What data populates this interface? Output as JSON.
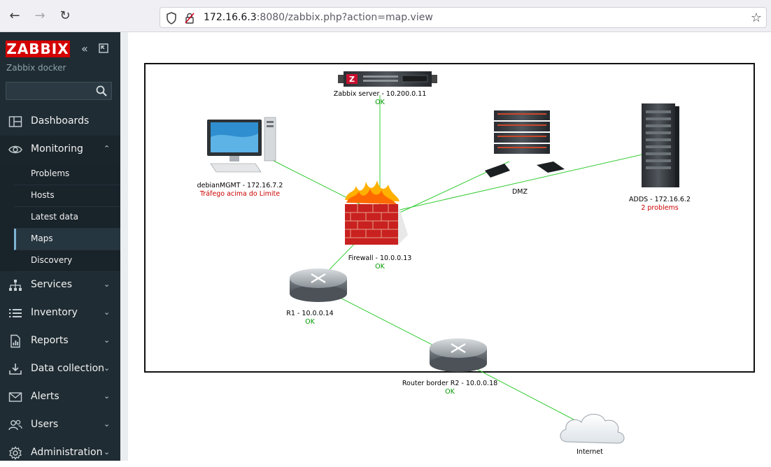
{
  "browser": {
    "url_host": "172.16.6.3",
    "url_rest": ":8080/zabbix.php?action=map.view"
  },
  "sidebar": {
    "logo": "ZABBIX",
    "server_name": "Zabbix docker",
    "search_placeholder": "",
    "menu": [
      {
        "label": "Dashboards"
      },
      {
        "label": "Monitoring"
      },
      {
        "label": "Services"
      },
      {
        "label": "Inventory"
      },
      {
        "label": "Reports"
      },
      {
        "label": "Data collection"
      },
      {
        "label": "Alerts"
      },
      {
        "label": "Users"
      },
      {
        "label": "Administration"
      }
    ],
    "submenu": [
      {
        "label": "Problems"
      },
      {
        "label": "Hosts"
      },
      {
        "label": "Latest data"
      },
      {
        "label": "Maps"
      },
      {
        "label": "Discovery"
      }
    ]
  },
  "map": {
    "nodes": {
      "zabbix_server": {
        "label": "Zabbix server - 10.200.0.11",
        "status": "OK"
      },
      "debian": {
        "label": "debianMGMT - 172.16.7.2",
        "status": "Tráfego acima do Limite"
      },
      "dmz": {
        "label": "DMZ",
        "status": ""
      },
      "adds": {
        "label": "ADDS - 172.16.6.2",
        "status": "2 problems"
      },
      "firewall": {
        "label": "Firewall - 10.0.0.13",
        "status": "OK"
      },
      "r1": {
        "label": "R1 - 10.0.0.14",
        "status": "OK"
      },
      "r2": {
        "label": "Router border R2 - 10.0.0.18",
        "status": "OK"
      },
      "internet": {
        "label": "Internet",
        "status": ""
      }
    }
  },
  "colors": {
    "link": "#33cc33",
    "ok": "#009900",
    "problem": "#cc0000",
    "sidebar_bg": "#1f2c33",
    "logo_red": "#d40000"
  }
}
